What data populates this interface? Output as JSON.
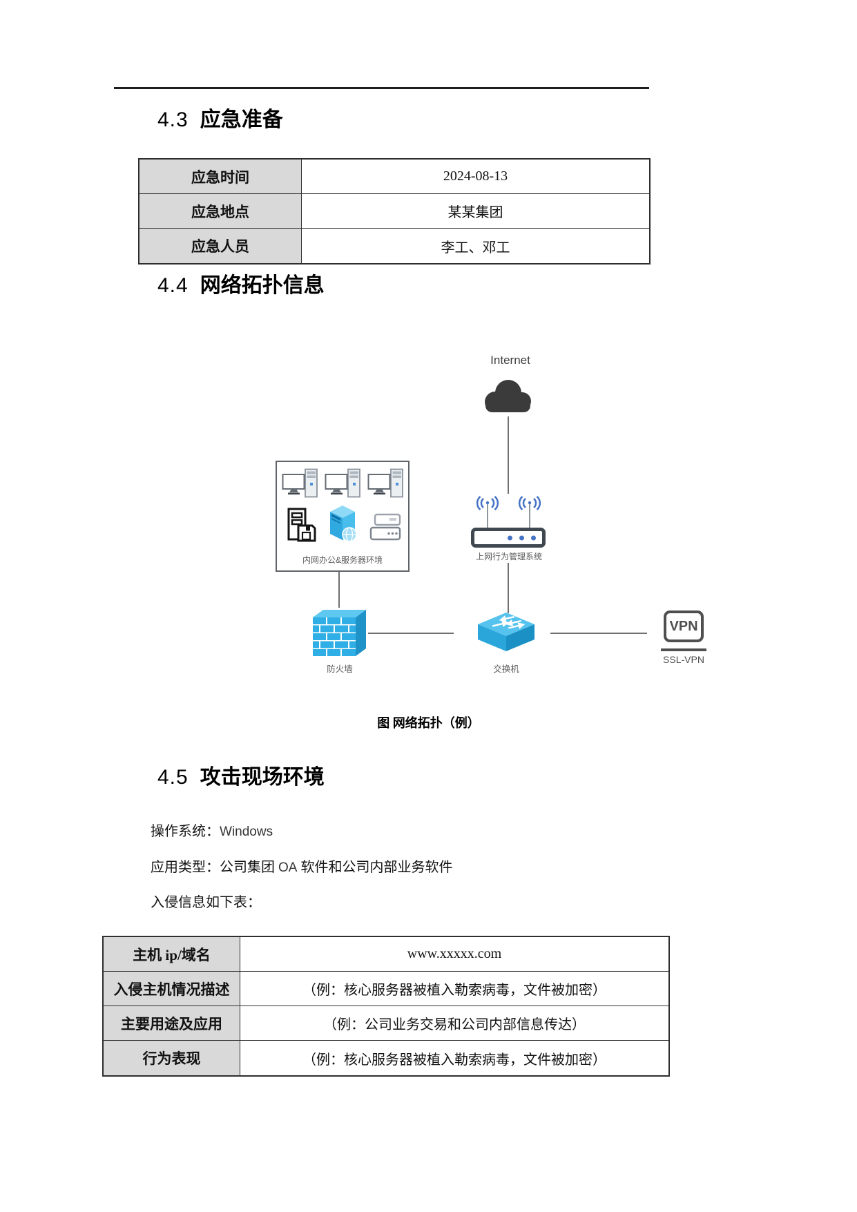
{
  "sections": {
    "s43": {
      "number": "4.3",
      "title": "应急准备"
    },
    "s44": {
      "number": "4.4",
      "title": "网络拓扑信息"
    },
    "s45": {
      "number": "4.5",
      "title": "攻击现场环境"
    }
  },
  "table1": {
    "rows": [
      {
        "label": "应急时间",
        "value": "2024-08-13"
      },
      {
        "label": "应急地点",
        "value": "某某集团"
      },
      {
        "label": "应急人员",
        "value": "李工、邓工"
      }
    ]
  },
  "diagram": {
    "internet_label": "Internet",
    "router_label": "上网行为管理系统",
    "lan_box_label": "内网办公&服务器环境",
    "firewall_label": "防火墙",
    "switch_label": "交换机",
    "vpn_text": "VPN",
    "vpn_label": "SSL-VPN",
    "colors": {
      "device_blue": "#2fafe6",
      "device_blue_light": "#5fc8f1",
      "device_blue_dark": "#1f92c8",
      "accent_blue": "#4472c4",
      "cloud_dark": "#3b3b3b",
      "label_gray": "#595959"
    }
  },
  "figure": {
    "caption": "图 网络拓扑（例）"
  },
  "paras": {
    "os": {
      "prefix": "操作系统：",
      "value": "Windows"
    },
    "app": {
      "part1": "应用类型：公司集团 ",
      "latin": "OA",
      "part2": " 软件和公司内部业务软件"
    },
    "intro": "入侵信息如下表："
  },
  "table2": {
    "rows": [
      {
        "label": "主机 ip/域名",
        "value": "www.xxxxx.com"
      },
      {
        "label": "入侵主机情况描述",
        "value": "（例：核心服务器被植入勒索病毒，文件被加密）"
      },
      {
        "label": "主要用途及应用",
        "value": "（例：公司业务交易和公司内部信息传达）"
      },
      {
        "label": "行为表现",
        "value": "（例：核心服务器被植入勒索病毒，文件被加密）"
      }
    ]
  },
  "colors": {
    "table_header_bg": "#d9d9d9",
    "table_border": "#2e2e2e",
    "rule": "#1c1c1c"
  }
}
